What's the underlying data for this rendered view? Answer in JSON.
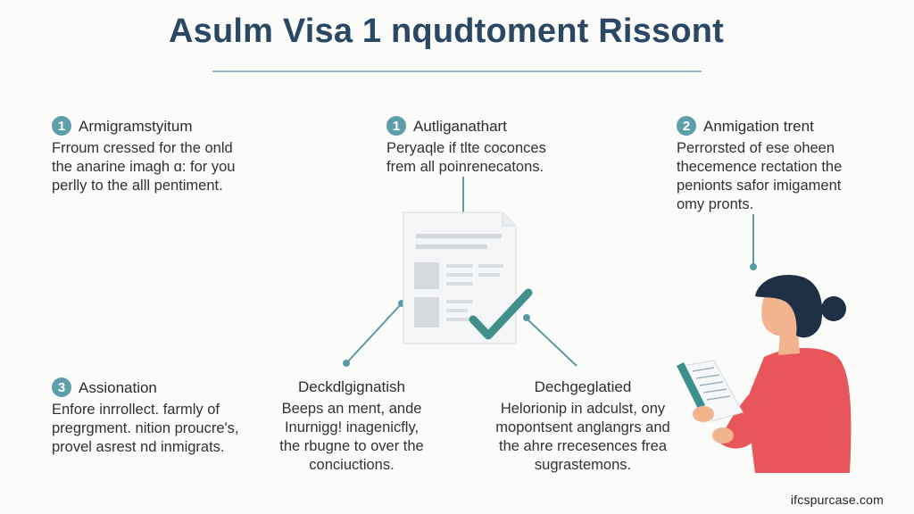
{
  "title": "Asulm Visa 1 nqudtoment Rissont",
  "blocks": [
    {
      "number": "1",
      "heading": "Armigramstyitum",
      "lines": [
        "Frroum cressed for the onld",
        "the anarine imagh ɑ: for you",
        "perlly to the alll pentiment."
      ]
    },
    {
      "number": "1",
      "heading": "Autliganathart",
      "lines": [
        "Peryaqle if tlte coconces",
        "frem all poinrenecatons."
      ]
    },
    {
      "number": "2",
      "heading": "Anmigation trent",
      "lines": [
        "Perrorsted of ese oheen",
        "thecemence rectation the",
        "penionts safor imigament",
        "omy pronts."
      ]
    },
    {
      "number": "3",
      "heading": "Assionation",
      "lines": [
        "Enfore inrrollect. farmly of",
        "pregrgment. nition proucre's,",
        "provel asrest nd inmigrats."
      ]
    },
    {
      "number": "",
      "heading": "Deckdlgignatish",
      "lines": [
        "Beeps an ment, ande",
        "Inurnigg! inagenicfly,",
        "the rbugne to over the",
        "conciuctions."
      ]
    },
    {
      "number": "",
      "heading": "Dechgeglatied",
      "lines": [
        "Helorionip in adculst, ony",
        "mopontsent anglangrs and",
        "the ahre rrecesences frea",
        "sugrastemons."
      ]
    }
  ],
  "footer": "ifcspurcase.com",
  "colors": {
    "title": "#2a4763",
    "badge": "#5e9eaa",
    "connector": "#5a9ba3",
    "checkmark": "#3f8f8a",
    "shirt": "#e8555a",
    "hair": "#1f2f45",
    "skin": "#f2b48f"
  }
}
